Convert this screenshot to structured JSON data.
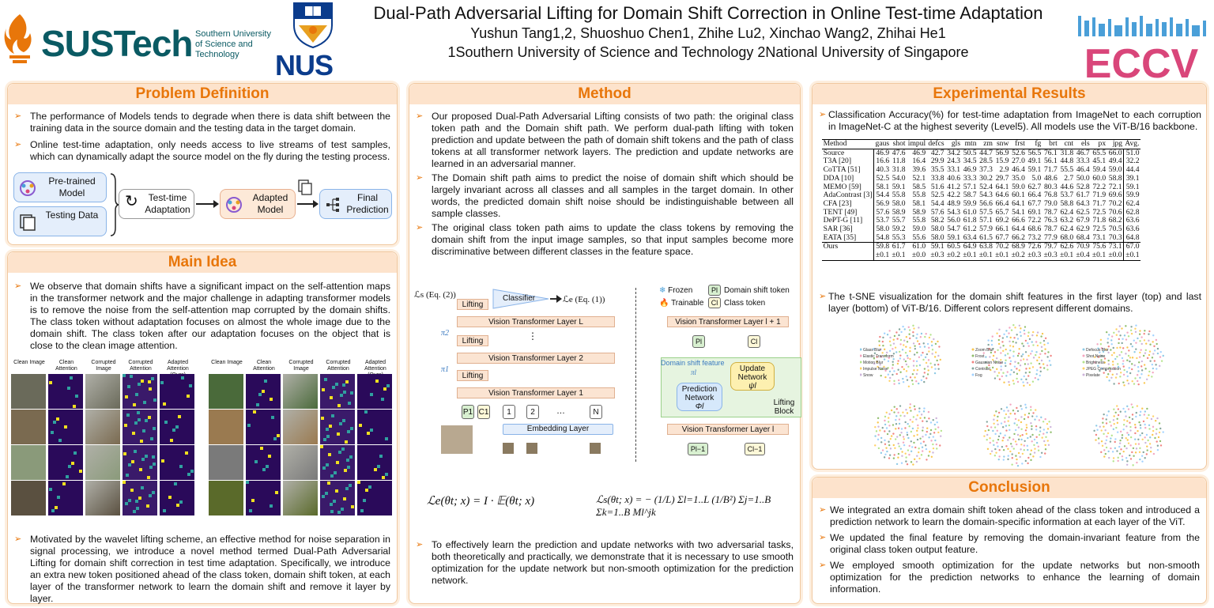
{
  "header": {
    "sustech_name": "SUSTech",
    "sustech_sub1": "Southern University",
    "sustech_sub2": "of Science and",
    "sustech_sub3": "Technology",
    "nus_name": "NUS",
    "title": "Dual-Path Adversarial Lifting for Domain Shift Correction in Online Test-time Adaptation",
    "authors": "Yushun Tang1,2,  Shuoshuo Chen1, Zhihe Lu2, Xinchao Wang2, Zhihai He1",
    "affiliations": "1Southern University of Science and Technology  2National University of Singapore",
    "eccv": "ECCV"
  },
  "problem": {
    "heading": "Problem Definition",
    "bullets": [
      "The performance of Models tends to degrade when there is data shift between the training data in the source domain and the testing data in the target domain.",
      "Online test-time adaptation, only needs access to live streams of test samples, which can dynamically adapt the source model on the fly during the testing process."
    ],
    "flow": {
      "pretrained": "Pre-trained Model",
      "testing": "Testing Data",
      "tta": "Test-time Adaptation",
      "adapted": "Adapted Model",
      "final": "Final Prediction"
    }
  },
  "mainidea": {
    "heading": "Main Idea",
    "para1": "We observe that domain shifts have a significant impact on the self-attention maps in the transformer network and the major challenge in adapting transformer models is to remove the noise from the self-attention map corrupted by the domain shifts. The class token without adaptation focuses on almost the whole image due to the domain shift. The class token after our adaptation focuses on the object that is close to the clean image attention.",
    "col_labels": [
      "Clean Image",
      "Clean Attention",
      "Corrupted Image",
      "Corrupted Attention",
      "Adapted Attention (Ours)"
    ],
    "para2": "Motivated by the wavelet lifting scheme, an effective method for noise separation in signal processing, we introduce a novel method termed Dual-Path Adversarial Lifting for domain shift correction in test time adaptation. Specifically, we introduce an extra new token positioned ahead of the class token, domain shift token, at each layer of the transformer network to learn the domain shift and remove it layer by layer."
  },
  "method": {
    "heading": "Method",
    "bullets": [
      "Our proposed Dual-Path Adversarial Lifting consists of two path: the original class token path and the Domain shift path. We perform dual-path lifting with token prediction and update between the path of domain shift tokens and the path of class tokens at all transformer network layers. The prediction and update networks are learned in an adversarial manner.",
      "The Domain shift path aims to predict the noise of domain shift which should be largely invariant across all classes and all samples in the target domain. In other words, the predicted domain shift noise should be indistinguishable between all sample classes.",
      "The original class token path aims to update the class tokens by removing the domain shift from the input image samples, so that input samples become more discriminative between different classes in the feature space."
    ],
    "diagram": {
      "ls": "ℒs (Eq. (2))",
      "le": "ℒe (Eq. (1))",
      "classifier": "Classifier",
      "lifting": "Lifting",
      "layer_L": "Vision Transformer Layer L",
      "layer_2": "Vision Transformer Layer 2",
      "layer_1": "Vision Transformer Layer 1",
      "embedding": "Embedding Layer",
      "pi2": "π2",
      "pi1": "π1",
      "tokens": [
        "P1",
        "C1",
        "1",
        "2",
        "…",
        "N"
      ],
      "frozen": "Frozen",
      "trainable": "Trainable",
      "domain_token": "Domain shift token",
      "class_token": "Class token",
      "legend_p": "Pl",
      "legend_c": "Cl",
      "layer_l1": "Vision Transformer Layer l + 1",
      "layer_l": "Vision Transformer Layer l",
      "pl": "Pl",
      "cl": "Cl",
      "pl_1": "Pl−1",
      "cl_1": "Cl−1",
      "domain_feature": "Domain shift feature",
      "pil": "πl",
      "update_net": "Update Network",
      "psi": "ψl",
      "pred_net": "Prediction Network",
      "phi": "Φl",
      "lifting_block": "Lifting Block"
    },
    "formula_e": "ℒe(θt; x) = I · 𝔼(θt; x)",
    "formula_s": "ℒs(θt; x) = − (1/L) Σl=1..L (1/B²) Σj=1..B Σk=1..B Ml^jk",
    "bottom": "To effectively learn the prediction and update networks with two adversarial tasks, both theoretically and practically, we demonstrate that it is necessary to use smooth optimization for the update network but non-smooth optimization for the prediction network."
  },
  "results": {
    "heading": "Experimental Results",
    "caption": "Classification Accuracy(%) for test-time adaptation from ImageNet to each corruption in ImageNet-C at the highest severity (Level5). All models use the ViT-B/16 backbone.",
    "columns": [
      "Method",
      "gaus",
      "shot",
      "impul",
      "defcs",
      "gls",
      "mtn",
      "zm",
      "snw",
      "frst",
      "fg",
      "brt",
      "cnt",
      "els",
      "px",
      "jpg",
      "Avg."
    ],
    "rows": [
      [
        "Source",
        "46.9",
        "47.6",
        "46.9",
        "42.7",
        "34.2",
        "50.5",
        "44.7",
        "56.9",
        "52.6",
        "56.5",
        "76.1",
        "31.8",
        "46.7",
        "65.5",
        "66.0",
        "51.0"
      ],
      [
        "T3A [20]",
        "16.6",
        "11.8",
        "16.4",
        "29.9",
        "24.3",
        "34.5",
        "28.5",
        "15.9",
        "27.0",
        "49.1",
        "56.1",
        "44.8",
        "33.3",
        "45.1",
        "49.4",
        "32.2"
      ],
      [
        "CoTTA [51]",
        "40.3",
        "31.8",
        "39.6",
        "35.5",
        "33.1",
        "46.9",
        "37.3",
        "2.9",
        "46.4",
        "59.1",
        "71.7",
        "55.5",
        "46.4",
        "59.4",
        "59.0",
        "44.4"
      ],
      [
        "DDA [10]",
        "52.5",
        "54.0",
        "52.1",
        "33.8",
        "40.6",
        "33.3",
        "30.2",
        "29.7",
        "35.0",
        "5.0",
        "48.6",
        "2.7",
        "50.0",
        "60.0",
        "58.8",
        "39.1"
      ],
      [
        "MEMO [59]",
        "58.1",
        "59.1",
        "58.5",
        "51.6",
        "41.2",
        "57.1",
        "52.4",
        "64.1",
        "59.0",
        "62.7",
        "80.3",
        "44.6",
        "52.8",
        "72.2",
        "72.1",
        "59.1"
      ],
      [
        "AdaContrast [3]",
        "54.4",
        "55.8",
        "55.8",
        "52.5",
        "42.2",
        "58.7",
        "54.3",
        "64.6",
        "60.1",
        "66.4",
        "76.8",
        "53.7",
        "61.7",
        "71.9",
        "69.6",
        "59.9"
      ],
      [
        "CFA [23]",
        "56.9",
        "58.0",
        "58.1",
        "54.4",
        "48.9",
        "59.9",
        "56.6",
        "66.4",
        "64.1",
        "67.7",
        "79.0",
        "58.8",
        "64.3",
        "71.7",
        "70.2",
        "62.4"
      ],
      [
        "TENT [49]",
        "57.6",
        "58.9",
        "58.9",
        "57.6",
        "54.3",
        "61.0",
        "57.5",
        "65.7",
        "54.1",
        "69.1",
        "78.7",
        "62.4",
        "62.5",
        "72.5",
        "70.6",
        "62.8"
      ],
      [
        "DePT-G [11]",
        "53.7",
        "55.7",
        "55.8",
        "58.2",
        "56.0",
        "61.8",
        "57.1",
        "69.2",
        "66.6",
        "72.2",
        "76.3",
        "63.2",
        "67.9",
        "71.8",
        "68.2",
        "63.6"
      ],
      [
        "SAR [36]",
        "58.0",
        "59.2",
        "59.0",
        "58.0",
        "54.7",
        "61.2",
        "57.9",
        "66.1",
        "64.4",
        "68.6",
        "78.7",
        "62.4",
        "62.9",
        "72.5",
        "70.5",
        "63.6"
      ],
      [
        "EATA [35]",
        "54.8",
        "55.3",
        "55.6",
        "58.0",
        "59.1",
        "63.4",
        "61.5",
        "67.7",
        "66.2",
        "73.2",
        "77.9",
        "68.0",
        "68.4",
        "73.1",
        "70.3",
        "64.8"
      ]
    ],
    "ours": [
      "Ours",
      "59.8",
      "61.7",
      "61.0",
      "59.1",
      "60.5",
      "64.9",
      "63.8",
      "70.2",
      "68.9",
      "72.6",
      "79.7",
      "62.6",
      "70.9",
      "75.6",
      "73.1",
      "67.0"
    ],
    "ours_std": [
      "",
      "±0.1",
      "±0.1",
      "±0.0",
      "±0.3",
      "±0.2",
      "±0.1",
      "±0.1",
      "±0.1",
      "±0.2",
      "±0.3",
      "±0.3",
      "±0.1",
      "±0.4",
      "±0.1",
      "±0.0",
      "±0.1"
    ],
    "tsne_caption": "The t-SNE visualization for the domain shift features in the first layer (top) and last layer (bottom) of ViT-B/16. Different colors represent different domains.",
    "legend1": [
      "Glass Blur",
      "Elastic Transform",
      "Motion Blur",
      "Impulse Noise",
      "Snow"
    ],
    "legend2": [
      "Zoom Blur",
      "Frost",
      "Gaussian Noise",
      "Contrast",
      "Fog"
    ],
    "legend3": [
      "Defocus Blur",
      "Shot Noise",
      "Brightness",
      "JPEG Compression",
      "Pixelate"
    ]
  },
  "conclusion": {
    "heading": "Conclusion",
    "bullets": [
      "We integrated an extra domain shift token ahead of the class token and introduced a prediction network to learn the domain-specific information at each layer of the ViT.",
      "We updated the final feature by removing the domain-invariant feature from the original class token output feature.",
      "We employed smooth optimization for the update networks but non-smooth optimization for the prediction networks to enhance the learning of domain information."
    ]
  },
  "colors": {
    "accent": "#e8760a",
    "head_bg": "#fde3cc",
    "sustech": "#0a5a63",
    "nus": "#0b3c8c"
  }
}
